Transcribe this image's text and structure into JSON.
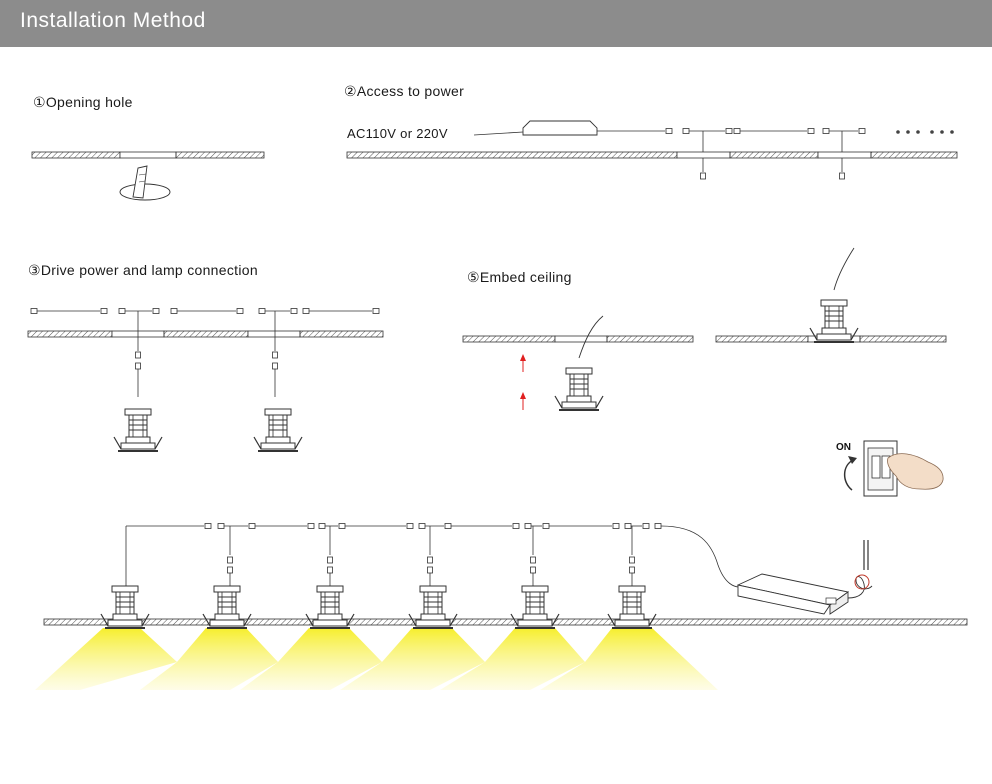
{
  "header": {
    "title": "Installation Method"
  },
  "steps": {
    "opening_hole": "①Opening hole",
    "access_power": "②Access to power",
    "drive_connection": "③Drive power and lamp connection",
    "embed_ceiling": "⑤Embed ceiling"
  },
  "power_label": "AC110V or 220V",
  "switch_label": "ON",
  "colors": {
    "header_bg": "#8c8c8c",
    "light_beam": "#f7f03a",
    "arrow": "#e02020"
  }
}
